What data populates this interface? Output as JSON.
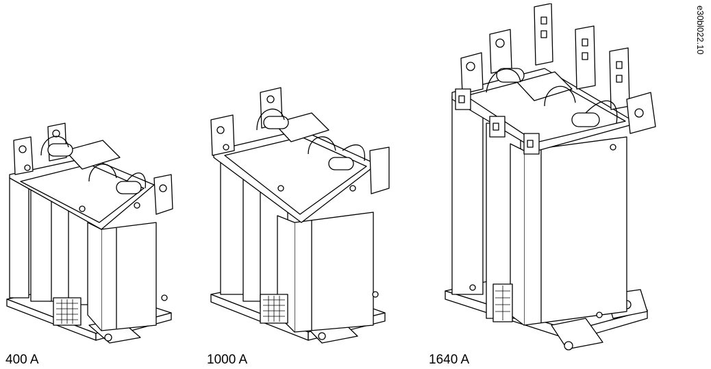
{
  "figure": {
    "reference_code": "e30bl022.10",
    "items": [
      {
        "caption": "400 A"
      },
      {
        "caption": "1000 A"
      },
      {
        "caption": "1640 A"
      }
    ]
  }
}
